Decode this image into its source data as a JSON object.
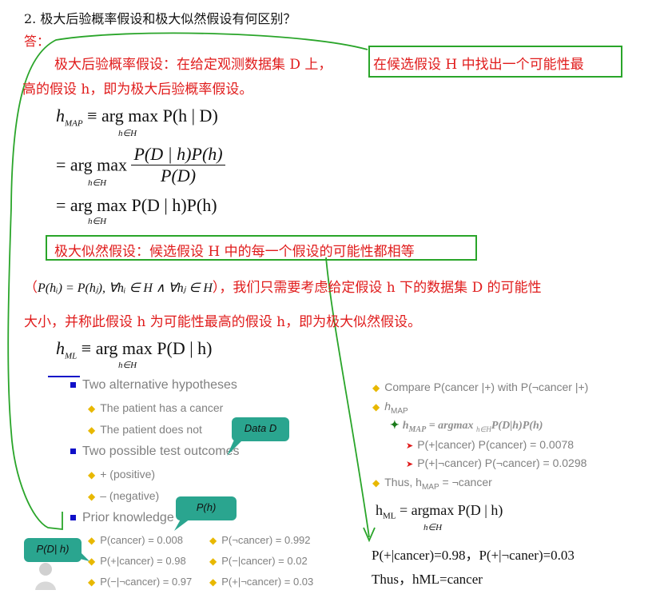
{
  "question": "2.   极大后验概率假设和极大似然假设有何区别？",
  "answer_label": "答：",
  "map_para": {
    "line1_before": "极大后验概率假设：在给定观测数据集 D 上，",
    "line1_boxed": "在候选假设 H 中找出一个可能性最",
    "line2": "高的假设 h，即为极大后验概率假设。"
  },
  "map_eq": {
    "lhs": "h",
    "lhs_sub": "MAP",
    "line1": "≡ arg max P(h | D)",
    "line2_prefix": "= arg max",
    "line2_num": "P(D | h)P(h)",
    "line2_den": "P(D)",
    "line3": "= arg max P(D | h)P(h)",
    "under": "h∈H"
  },
  "ml_para": {
    "boxed": "极大似然假设：候选假设 H 中的每一个假设的可能性都相等",
    "cond_open": "（",
    "cond_math": "P(hᵢ) = P(hⱼ), ∀hᵢ ∈ H ∧ ∀hⱼ ∈ H",
    "cond_rest": "），我们只需要考虑给定假设 h 下的数据集 D 的可能性",
    "line3": "大小，并称此假设 h 为可能性最高的假设 h，即为极大似然假设。"
  },
  "ml_eq": {
    "lhs": "h",
    "lhs_sub": "ML",
    "rhs": "≡ arg max P(D | h)",
    "under": "h∈H"
  },
  "slide_left": {
    "b1": "Two alternative hypotheses",
    "b1_items": [
      "The patient has a cancer",
      "The patient does not"
    ],
    "b2": "Two possible test outcomes",
    "b2_items": [
      "+ (positive)",
      "– (negative)"
    ],
    "b3": "Prior knowledge",
    "priors": [
      [
        "P(cancer) = 0.008",
        "P(¬cancer) = 0.992"
      ],
      [
        "P(+|cancer) = 0.98",
        "P(−|cancer) = 0.02"
      ],
      [
        "P(−|¬cancer) = 0.97",
        "P(+|¬cancer) = 0.03"
      ]
    ]
  },
  "callouts": {
    "data": "Data D",
    "ph": "P(h)",
    "pdh": "P(D| h)"
  },
  "slide_right": {
    "r1": "Compare P(cancer |+)  with  P(¬cancer |+)",
    "r2": "h",
    "r2_sub": "MAP",
    "r3": "h",
    "r3_sub": "MAP",
    "r3_rest": "= argmax",
    "r3_under": "h∈H",
    "r3_tail": "P(D|h)P(h)",
    "r4": "P(+|cancer) P(cancer) = 0.0078",
    "r5": "P(+|¬cancer) P(¬cancer) = 0.0298",
    "r6_prefix": "Thus, h",
    "r6_sub": "MAP",
    "r6_rest": " = ¬cancer"
  },
  "bottom_right": {
    "eq_lhs": "h",
    "eq_sub": "ML",
    "eq_rhs": " = argmax P(D | h)",
    "eq_under": "h∈H",
    "line1": "P(+|cancer)=0.98，P(+|¬caner)=0.03",
    "line2": "Thus，hML=cancer"
  },
  "colors": {
    "red": "#e01b1b",
    "green": "#2aa52a",
    "callout": "#2aa58f",
    "bullet_blue": "#1010c8",
    "diamond": "#e8b800"
  }
}
